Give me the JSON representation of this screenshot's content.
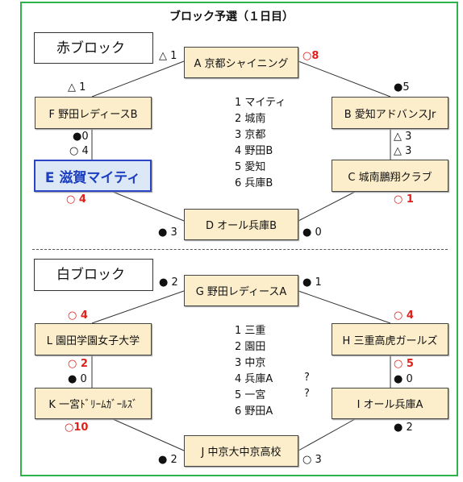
{
  "title": "ブロック予選（１日目）",
  "block_red": {
    "label": "赤ブロック",
    "teams": {
      "A": "A 京都シャイニング",
      "B": "B 愛知アドバンスJr",
      "C": "C 城南鵬翔クラブ",
      "D": "D オール兵庫B",
      "E": "E 滋賀マイティ",
      "F": "F 野田レディースB"
    },
    "scores": {
      "a_left": "△ 1",
      "a_right": "○8",
      "f_top": "△ 1",
      "b_top": "●5",
      "f_bottom": "●0",
      "e_top": "○ 4",
      "b_bottom": "△ 3",
      "c_top": "△ 3",
      "e_bottom": "○ 4",
      "c_bottom": "○ 1",
      "d_left": "● 3",
      "d_right": "● 0"
    },
    "ranking": [
      "1 マイティ",
      "2 城南",
      "3 京都",
      "4 野田B",
      "5 愛知",
      "6 兵庫B"
    ]
  },
  "block_white": {
    "label": "白ブロック",
    "teams": {
      "G": "G 野田レディースA",
      "H": "H 三重高虎ガールズ",
      "I": "I オール兵庫A",
      "J": "J 中京大中京高校",
      "K": "K 一宮ﾄﾞﾘｰﾑｶﾞｰﾙｽﾞ",
      "L": "L 園田学園女子大学"
    },
    "scores": {
      "g_left": "● 2",
      "g_right": "● 1",
      "l_top": "○ 4",
      "h_top": "○ 4",
      "l_bottom": "○ 2",
      "k_top": "● 0",
      "h_bottom": "○ 5",
      "i_top": "● 0",
      "k_bottom": "○10",
      "i_bottom": "● 2",
      "j_left": "● 2",
      "j_right": "○ 3"
    },
    "ranking": [
      "1 三重",
      "2 園田",
      "3 中京",
      "4 兵庫A",
      "5 一宮",
      "6 野田A"
    ],
    "question_marks": [
      "?",
      "?"
    ]
  },
  "colors": {
    "frame": "#2db34a",
    "team_fill": "#fdeecb",
    "highlight_fill": "#dde8f7",
    "highlight_text": "#1c3fc0",
    "win_red": "#e0201b"
  }
}
